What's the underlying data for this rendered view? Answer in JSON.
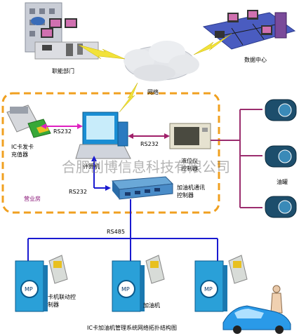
{
  "diagram": {
    "labels": {
      "functional_dept": "职能部门",
      "data_center": "数据中心",
      "network": "网络",
      "ic_card_station": "IC卡发卡\n充值器",
      "rs232_left": "RS232",
      "computer": "计算机",
      "rs232_right": "RS232",
      "level_gauge": "液位仪\n控制器",
      "rs232_bottom": "RS232",
      "comm_controller": "加油机通讯\n控制器",
      "business_room": "营业房",
      "rs485": "RS485",
      "tank": "油罐",
      "card_linkage": "卡机联动控\n制器",
      "dispenser": "加油机",
      "caption": "IC卡加油机管理系统网络拓扑结构图",
      "watermark": "合肥创博信息科技有限公司"
    },
    "dispenser_badge": "MP",
    "colors": {
      "dashed_zone": "#f0a020",
      "bus_line": "#1a1ad0",
      "purple_link": "#a0206a",
      "tank_link": "#9b2d6e",
      "magenta_link": "#e020c0",
      "lightning": "#f2e23a"
    }
  }
}
